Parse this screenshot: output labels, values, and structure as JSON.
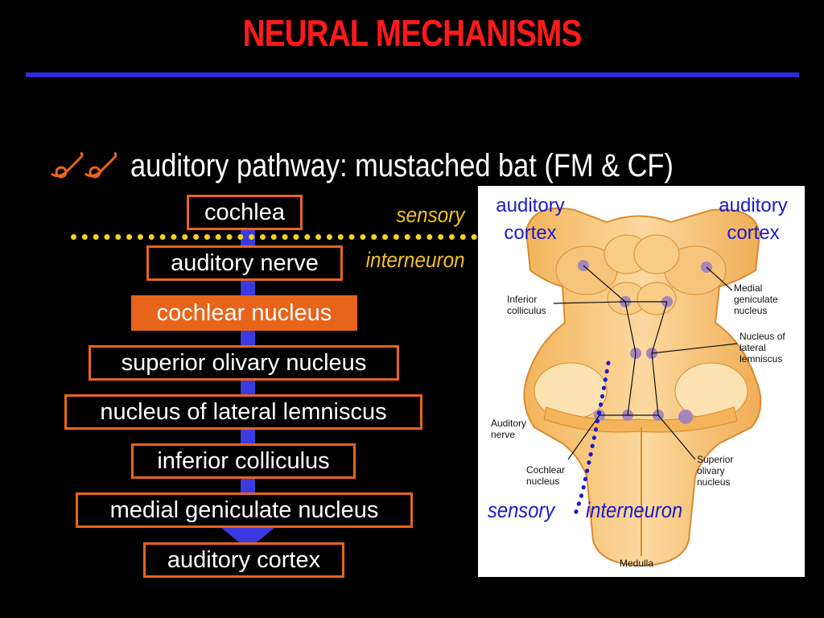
{
  "title": "NEURAL MECHANISMS",
  "bullet": {
    "icon": "bullet-glyph-icon",
    "text": "auditory pathway: mustached bat (FM & CF)"
  },
  "pathway": [
    {
      "label": "cochlea",
      "highlight": false
    },
    {
      "label": "auditory nerve",
      "highlight": false
    },
    {
      "label": "cochlear nucleus",
      "highlight": true
    },
    {
      "label": "superior olivary nucleus",
      "highlight": false
    },
    {
      "label": "nucleus of lateral lemniscus",
      "highlight": false
    },
    {
      "label": "inferior colliculus",
      "highlight": false
    },
    {
      "label": "medial geniculate nucleus",
      "highlight": false
    },
    {
      "label": "auditory cortex",
      "highlight": false
    }
  ],
  "labels": {
    "sensory": "sensory",
    "interneuron": "interneuron"
  },
  "panel": {
    "cortex_left": "auditory cortex",
    "cortex_right": "auditory cortex",
    "sensory": "sensory",
    "interneuron": "interneuron",
    "anatomy": {
      "inferior_colliculus": "Inferior colliculus",
      "medial_geniculate": "Medial geniculate nucleus",
      "lateral_lemniscus": "Nucleus of lateral lemniscus",
      "auditory_nerve": "Auditory nerve",
      "cochlear_nucleus": "Cochlear nucleus",
      "superior_olivary": "Superior olivary nucleus",
      "medulla": "Medulla"
    }
  },
  "colors": {
    "title": "#ff1a1a",
    "rule": "#2b2bd6",
    "box_border": "#e8641a",
    "arrow": "#3a3ae0",
    "dots": "#f2d21f",
    "panel_text": "#1a1acc"
  }
}
